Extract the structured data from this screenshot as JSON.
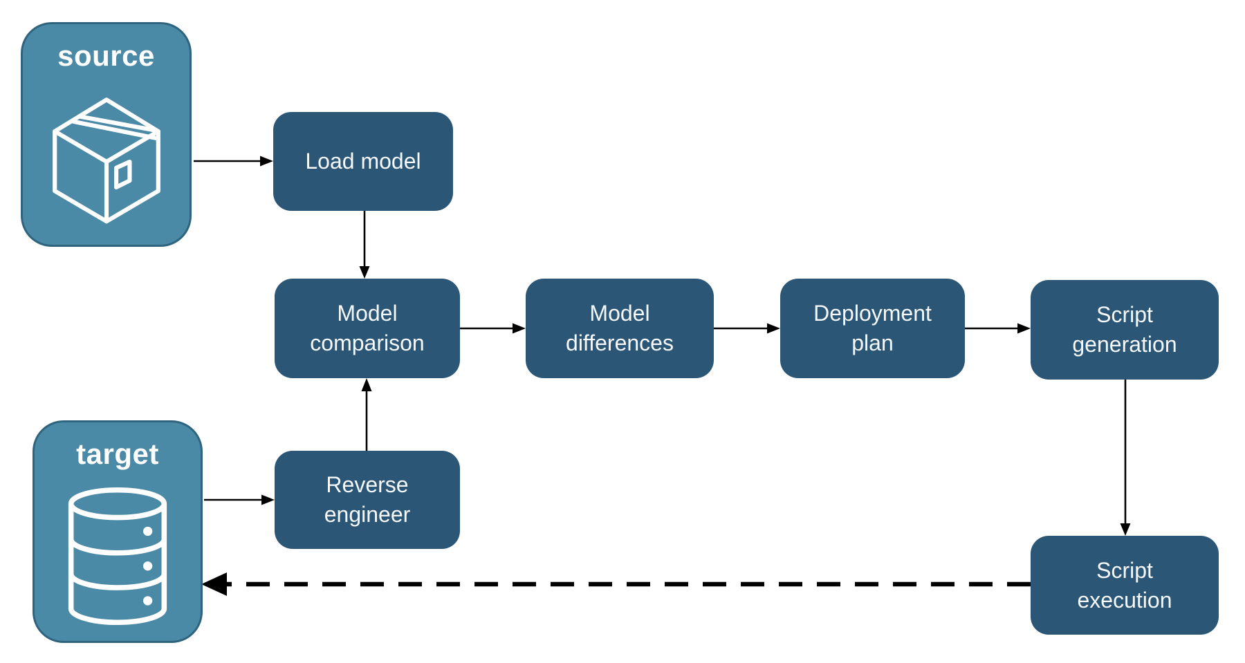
{
  "endpoints": {
    "source": {
      "label": "source",
      "icon": "package-icon"
    },
    "target": {
      "label": "target",
      "icon": "database-icon"
    }
  },
  "nodes": {
    "load_model": {
      "label": "Load model"
    },
    "model_comparison": {
      "label": "Model comparison"
    },
    "model_differences": {
      "label": "Model differences"
    },
    "deployment_plan": {
      "label": "Deployment plan"
    },
    "script_generation": {
      "label": "Script generation"
    },
    "reverse_engineer": {
      "label": "Reverse engineer"
    },
    "script_execution": {
      "label": "Script execution"
    }
  },
  "edges": [
    {
      "from": "source",
      "to": "load_model",
      "style": "solid"
    },
    {
      "from": "load_model",
      "to": "model_comparison",
      "style": "solid"
    },
    {
      "from": "model_comparison",
      "to": "model_differences",
      "style": "solid"
    },
    {
      "from": "model_differences",
      "to": "deployment_plan",
      "style": "solid"
    },
    {
      "from": "deployment_plan",
      "to": "script_generation",
      "style": "solid"
    },
    {
      "from": "script_generation",
      "to": "script_execution",
      "style": "solid"
    },
    {
      "from": "target",
      "to": "reverse_engineer",
      "style": "solid"
    },
    {
      "from": "reverse_engineer",
      "to": "model_comparison",
      "style": "solid"
    },
    {
      "from": "script_execution",
      "to": "target",
      "style": "dashed"
    }
  ],
  "colors": {
    "background": "#FFFFFF",
    "node_fill": "#2C5676",
    "endpoint_fill": "#4A8AA6",
    "endpoint_border": "#2F647E",
    "label_text": "#F5F8FA",
    "arrow": "#000000"
  }
}
